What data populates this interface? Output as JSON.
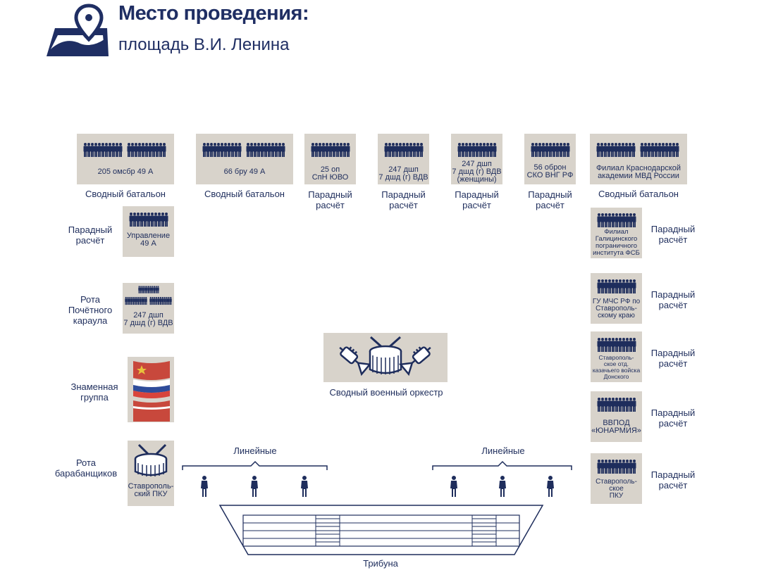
{
  "header": {
    "title": "Место проведения:",
    "subtitle": "площадь В.И. Ленина"
  },
  "colors": {
    "navy": "#1e2d5c",
    "box": "#d8d3cb",
    "red": "#c8483c"
  },
  "top_row": [
    {
      "text": "205 омсбр 49 А",
      "caption": "Сводный батальон"
    },
    {
      "text": "66 бру 49 А",
      "caption": "Сводный батальон"
    },
    {
      "text": "25 оп\nСпН ЮВО",
      "caption": "Парадный\nрасчёт"
    },
    {
      "text": "247 дшп\n7 дшд (г) ВДВ",
      "caption": "Парадный\nрасчёт"
    },
    {
      "text": "247 дшп\n7 дшд (г) ВДВ\n(женщины)",
      "caption": "Парадный\nрасчёт"
    },
    {
      "text": "56 оброн\nСКО ВНГ РФ",
      "caption": "Парадный\nрасчёт"
    },
    {
      "text": "Филиал Краснодарской\nакадемии МВД России",
      "caption": "Сводный батальон"
    }
  ],
  "left_col": [
    {
      "text": "Управление\n49 А",
      "caption": "Парадный\nрасчёт"
    },
    {
      "text": "247 дшп\n7 дшд (г) ВДВ",
      "caption": "Рота\nПочётного\nкараула"
    },
    {
      "text": "",
      "caption": "Знаменная\nгруппа"
    },
    {
      "text": "Ставрополь-\nский ПКУ",
      "caption": "Рота\nбарабанщиков"
    }
  ],
  "right_col": [
    {
      "text": "Филиал\nГалицинского\nпограничного\nинститута ФСБ",
      "caption": "Парадный\nрасчёт"
    },
    {
      "text": "ГУ МЧС РФ по\nСтаврополь-\nскому краю",
      "caption": "Парадный\nрасчёт"
    },
    {
      "text": "Ставрополь-\nское отд.\nказачьего войска\nДонского",
      "caption": "Парадный\nрасчёт"
    },
    {
      "text": "ВВПОД\n«ЮНАРМИЯ»",
      "caption": "Парадный\nрасчёт"
    },
    {
      "text": "Ставрополь-\nское\nПКУ",
      "caption": "Парадный\nрасчёт"
    }
  ],
  "orchestra": {
    "caption": "Сводный военный оркестр"
  },
  "lineynye": {
    "left": "Линейные",
    "right": "Линейные"
  },
  "tribuna": {
    "caption": "Трибуна"
  },
  "icons": [
    "location-map-icon",
    "soldiers-icon",
    "drum-icon",
    "trumpet-icon",
    "flag-icon",
    "soldier-figure-icon"
  ]
}
